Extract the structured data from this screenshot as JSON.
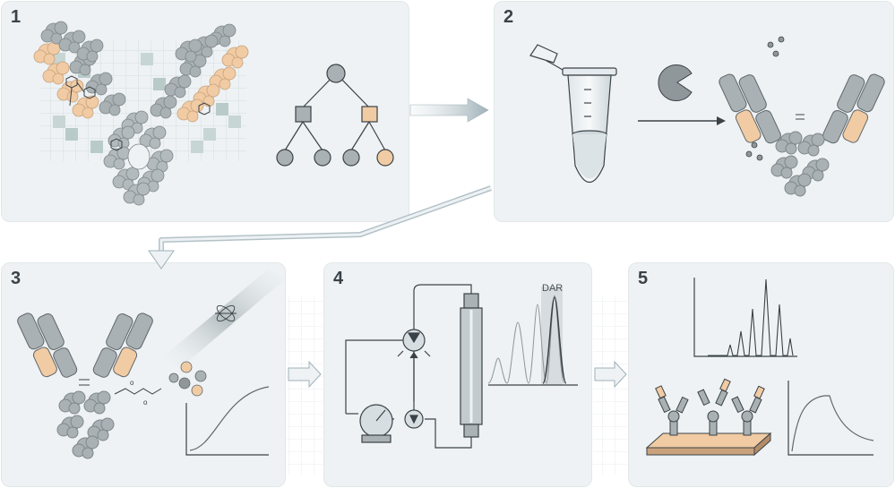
{
  "panels": [
    {
      "number": "1"
    },
    {
      "number": "2"
    },
    {
      "number": "3"
    },
    {
      "number": "4"
    },
    {
      "number": "5"
    }
  ],
  "chromatogram": {
    "peak_label": "DAR"
  },
  "colors": {
    "panel_bg": "#eef2f4",
    "protein_gray": "#a9b1b4",
    "protein_dark": "#7f878b",
    "peach": "#f1cba3",
    "arrow": "#b3c2c8",
    "line": "#3b4247",
    "grid": "#c9d3d7"
  }
}
